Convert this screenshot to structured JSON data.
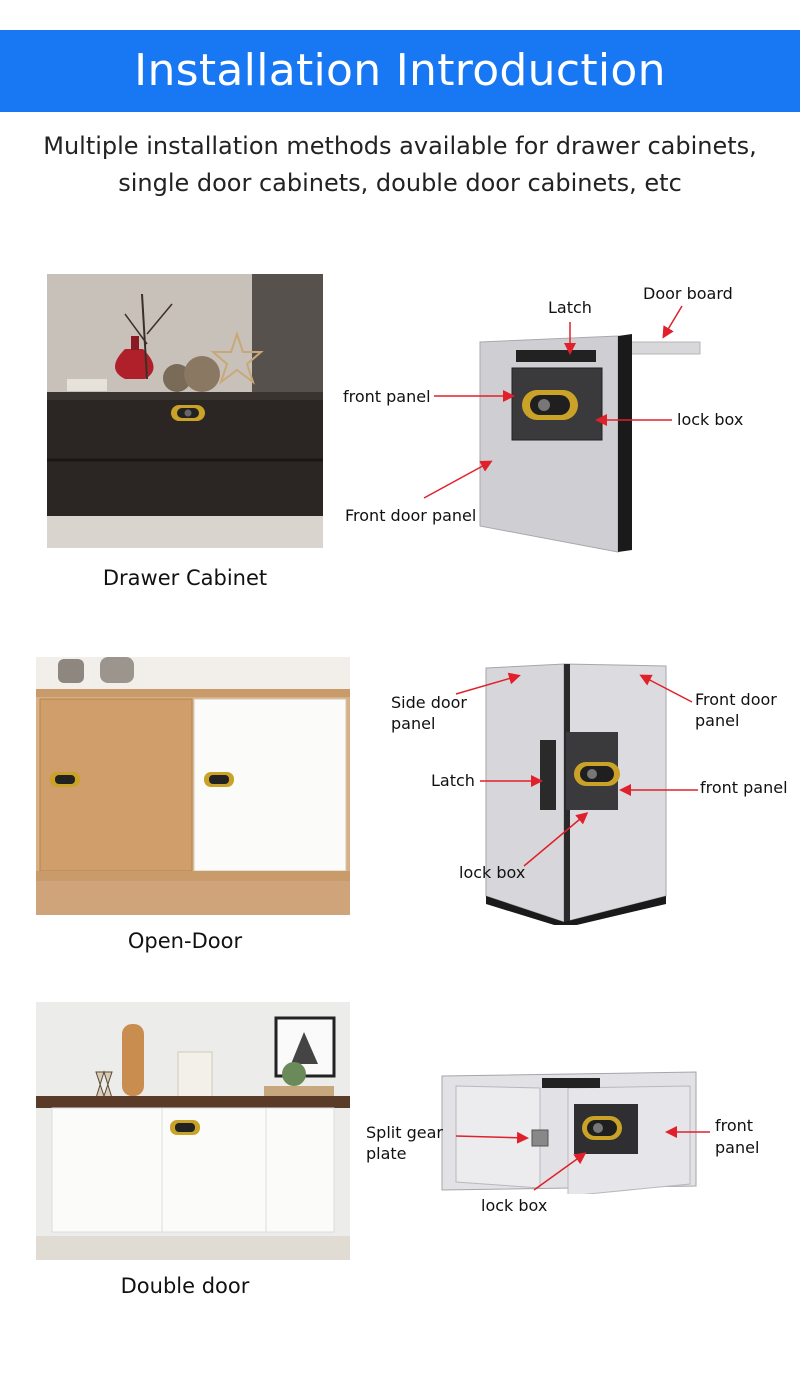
{
  "header": {
    "title": "Installation Introduction"
  },
  "intro": {
    "line1": "Multiple installation methods available for drawer cabinets,",
    "line2": "single door cabinets, double door cabinets, etc"
  },
  "sections": [
    {
      "caption": "Drawer Cabinet",
      "labels": {
        "latch": "Latch",
        "door_board": "Door board",
        "front_panel": "front panel",
        "lock_box": "lock box",
        "front_door_panel": "Front door panel"
      }
    },
    {
      "caption": "Open-Door",
      "labels": {
        "side_door_1": "Side door",
        "side_door_2": "panel",
        "front_door_1": "Front door",
        "front_door_2": "panel",
        "latch": "Latch",
        "front_panel": "front panel",
        "lock_box": "lock box"
      }
    },
    {
      "caption": "Double door",
      "labels": {
        "split_1": "Split gear",
        "split_2": "plate",
        "front_1": "front",
        "front_2": "panel",
        "lock_box": "lock box"
      }
    }
  ],
  "colors": {
    "banner": "#1877f2",
    "arrow": "#e0202a",
    "lock_gold": "#c9a227"
  }
}
